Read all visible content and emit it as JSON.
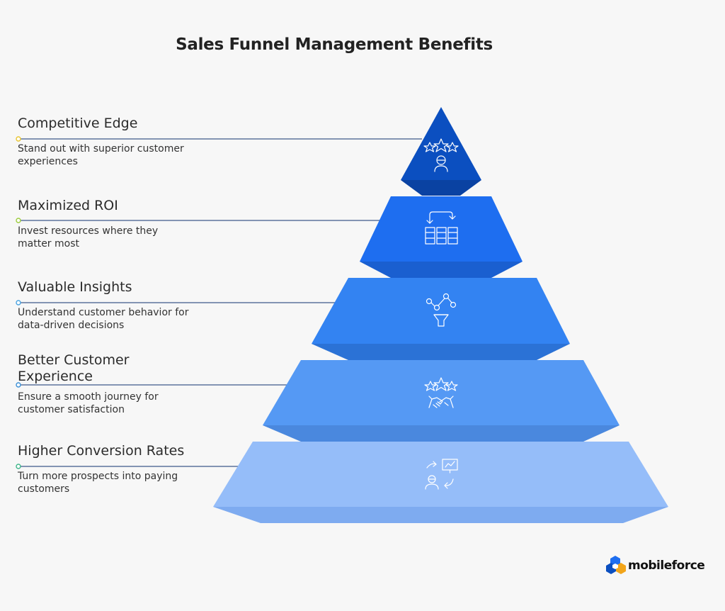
{
  "title": "Sales Funnel Management Benefits",
  "tiers": [
    {
      "name": "Competitive Edge",
      "description": "Stand out with superior customer experiences",
      "icon": "stars-person-icon",
      "color": "#0b4fc0",
      "dot_color": "#e8c531"
    },
    {
      "name": "Maximized ROI",
      "description": "Invest resources where they matter most",
      "icon": "budget-allocation-icon",
      "color": "#1e6ef0",
      "dot_color": "#9ccc3d"
    },
    {
      "name": "Valuable Insights",
      "description": "Understand customer behavior for data-driven decisions",
      "icon": "data-funnel-icon",
      "color": "#3383f2",
      "dot_color": "#4aa3e0"
    },
    {
      "name": "Better Customer Experience",
      "description": "Ensure a smooth journey for customer satisfaction",
      "icon": "stars-handshake-icon",
      "color": "#5599f4",
      "dot_color": "#3a8fd6"
    },
    {
      "name": "Higher Conversion Rates",
      "description": "Turn more prospects into paying customers",
      "icon": "person-presentation-icon",
      "color": "#95bdf9",
      "dot_color": "#3fb58a"
    }
  ],
  "brand": {
    "name": "mobileforce"
  }
}
